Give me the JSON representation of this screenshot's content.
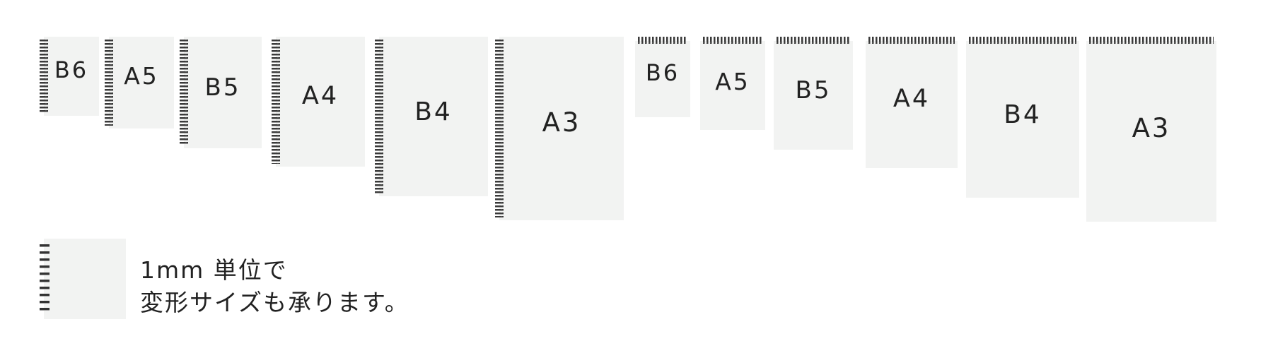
{
  "left_binding_notebooks": [
    {
      "size": "B6"
    },
    {
      "size": "A5"
    },
    {
      "size": "B5"
    },
    {
      "size": "A4"
    },
    {
      "size": "B4"
    },
    {
      "size": "A3"
    }
  ],
  "top_binding_notebooks": [
    {
      "size": "B6"
    },
    {
      "size": "A5"
    },
    {
      "size": "B5"
    },
    {
      "size": "A4"
    },
    {
      "size": "B4"
    },
    {
      "size": "A3"
    }
  ],
  "legend": {
    "line1": "1mm 単位で",
    "line2": "変形サイズも承ります。"
  },
  "colors": {
    "paper": "#f2f3f2",
    "spiral": "#3a3a3a",
    "text": "#222222"
  }
}
